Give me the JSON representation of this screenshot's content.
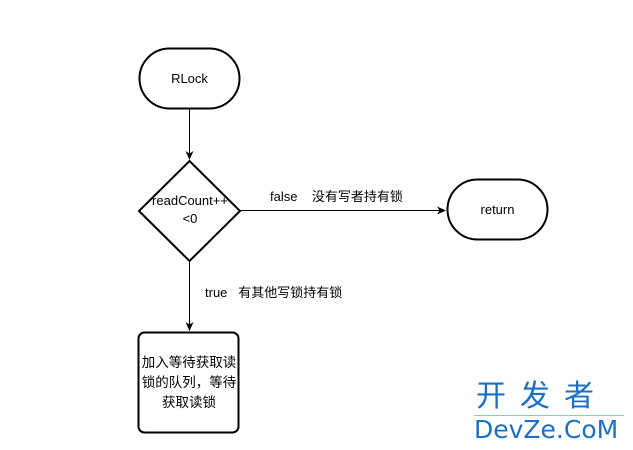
{
  "nodes": {
    "start": {
      "label": "RLock",
      "shape": "terminal"
    },
    "decision": {
      "label_line1": "readCount++",
      "label_line2": "<0",
      "shape": "diamond"
    },
    "return": {
      "label": "return",
      "shape": "terminal"
    },
    "wait": {
      "label": "加入等待获取读锁的队列，等待获取读锁",
      "shape": "rounded-rectangle"
    }
  },
  "edges": {
    "false_label": "false    没有写者持有锁",
    "true_label": "true   有其他写锁持有锁"
  },
  "watermark": {
    "cn": "开发者",
    "en": "DevZe.CoM"
  },
  "colors": {
    "stroke": "#000000",
    "watermark": "#1c6fc4"
  }
}
